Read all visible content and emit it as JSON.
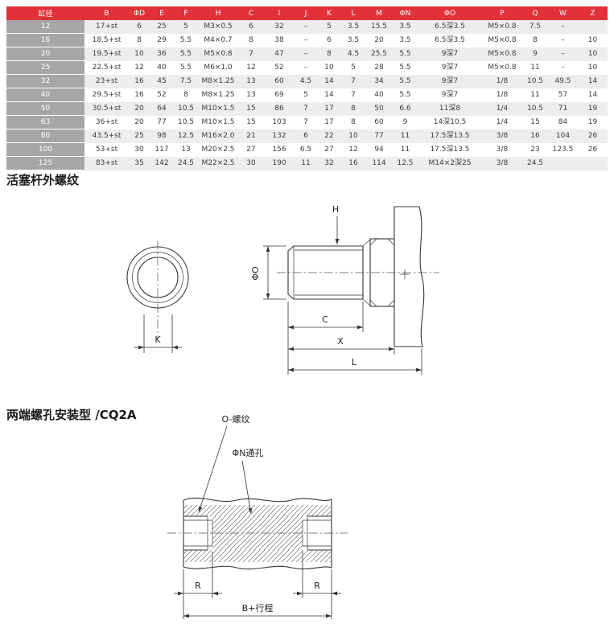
{
  "colors": {
    "header_red": "#e23138",
    "rowhead_gray": "#a6a6a6",
    "stripe_gray": "#ededed"
  },
  "sections": {
    "rod_thread_title": "活塞杆外螺纹",
    "cq2a_title": "两端螺孔安装型 /CQ2A"
  },
  "table": {
    "headers": [
      "缸径",
      "B",
      "ΦD",
      "E",
      "F",
      "H",
      "C",
      "I",
      "J",
      "K",
      "L",
      "M",
      "ΦN",
      "ΦO",
      "P",
      "Q",
      "W",
      "Z"
    ],
    "rows": [
      [
        "12",
        "17+st",
        "6",
        "25",
        "5",
        "M3×0.5",
        "6",
        "32",
        "–",
        "5",
        "3.5",
        "15.5",
        "3.5",
        "6.5深3.5",
        "M5×0.8",
        "7.5",
        "–",
        ""
      ],
      [
        "16",
        "18.5+st",
        "8",
        "29",
        "5.5",
        "M4×0.7",
        "8",
        "38",
        "–",
        "6",
        "3.5",
        "20",
        "3.5",
        "6.5深3.5",
        "M5×0.8",
        "8",
        "–",
        "10"
      ],
      [
        "20",
        "19.5+st",
        "10",
        "36",
        "5.5",
        "M5×0.8",
        "7",
        "47",
        "–",
        "8",
        "4.5",
        "25.5",
        "5.5",
        "9深7",
        "M5×0.8",
        "9",
        "–",
        "10"
      ],
      [
        "25",
        "22.5+st",
        "12",
        "40",
        "5.5",
        "M6×1.0",
        "12",
        "52",
        "–",
        "10",
        "5",
        "28",
        "5.5",
        "9深7",
        "M5×0.8",
        "11",
        "–",
        "10"
      ],
      [
        "32",
        "23+st",
        "16",
        "45",
        "7.5",
        "M8×1.25",
        "13",
        "60",
        "4.5",
        "14",
        "7",
        "34",
        "5.5",
        "9深7",
        "1/8",
        "10.5",
        "49.5",
        "14"
      ],
      [
        "40",
        "29.5+st",
        "16",
        "52",
        "8",
        "M8×1.25",
        "13",
        "69",
        "5",
        "14",
        "7",
        "40",
        "5.5",
        "9深7",
        "1/8",
        "11",
        "57",
        "14"
      ],
      [
        "50",
        "30.5+st",
        "20",
        "64",
        "10.5",
        "M10×1.5",
        "15",
        "86",
        "7",
        "17",
        "8",
        "50",
        "6.6",
        "11深8",
        "1/4",
        "10.5",
        "71",
        "19"
      ],
      [
        "63",
        "36+st",
        "20",
        "77",
        "10.5",
        "M10×1.5",
        "15",
        "103",
        "7",
        "17",
        "8",
        "60",
        "9",
        "14深10.5",
        "1/4",
        "15",
        "84",
        "19"
      ],
      [
        "80",
        "43.5+st",
        "25",
        "98",
        "12.5",
        "M16×2.0",
        "21",
        "132",
        "6",
        "22",
        "10",
        "77",
        "11",
        "17.5深13.5",
        "3/8",
        "16",
        "104",
        "26"
      ],
      [
        "100",
        "53+st",
        "30",
        "117",
        "13",
        "M20×2.5",
        "27",
        "156",
        "6.5",
        "27",
        "12",
        "94",
        "11",
        "17.5深13.5",
        "3/8",
        "23",
        "123.5",
        "26"
      ],
      [
        "125",
        "83+st",
        "35",
        "142",
        "24.5",
        "M22×2.5",
        "30",
        "190",
        "11",
        "32",
        "16",
        "114",
        "12.5",
        "M14×2深25",
        "3/8",
        "24.5",
        "",
        ""
      ]
    ]
  },
  "drawing1": {
    "h_label": "H",
    "phi_o_label": "ΦO",
    "c_label": "C",
    "x_label": "X",
    "l_label": "L",
    "k_label": "K"
  },
  "drawing2": {
    "o_thread_label": "O-螺纹",
    "phi_n_label": "ΦN通孔",
    "r_left_label": "R",
    "r_right_label": "R",
    "b_stroke_label": "B+行程"
  }
}
